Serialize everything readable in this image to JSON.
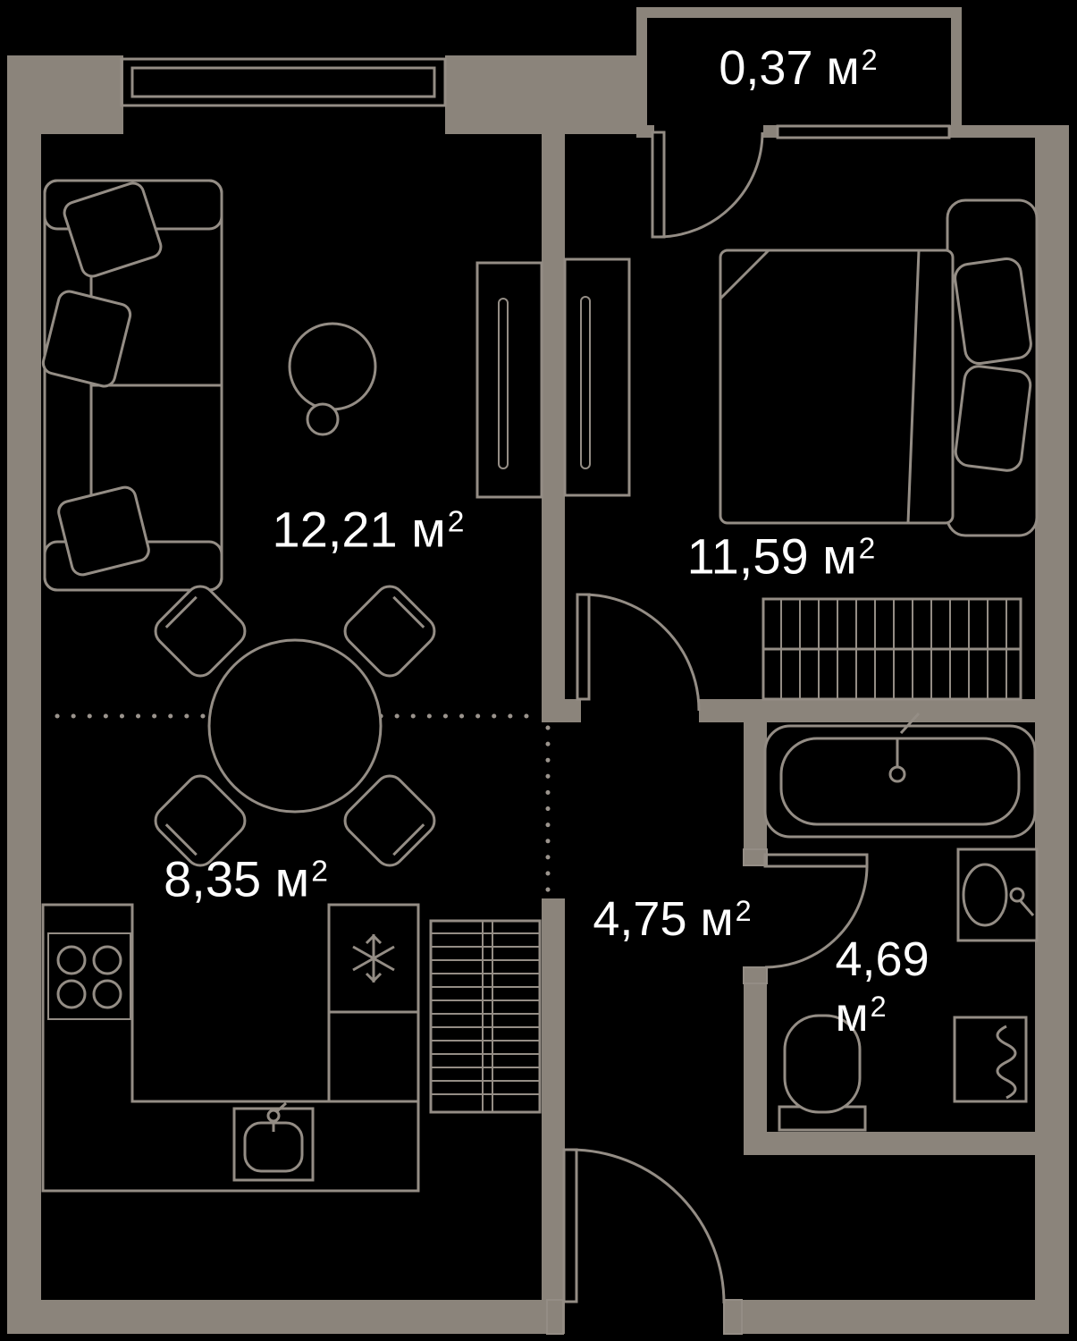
{
  "plan": {
    "background_color": "#000000",
    "wall_color": "#8B847B",
    "line_color": "#948D85",
    "text_color": "#FFFFFF"
  },
  "rooms": {
    "balcony": {
      "name": "balcony",
      "area_label": "0,37 м",
      "sup": "2"
    },
    "living": {
      "name": "living-room",
      "area_label": "12,21 м",
      "sup": "2"
    },
    "bedroom": {
      "name": "bedroom",
      "area_label": "11,59 м",
      "sup": "2"
    },
    "kitchen": {
      "name": "kitchen",
      "area_label": "8,35 м",
      "sup": "2"
    },
    "hallway": {
      "name": "hallway",
      "area_label": "4,75 м",
      "sup": "2"
    },
    "bathroom": {
      "name": "bathroom",
      "area_label": "4,69 м",
      "sup": "2"
    }
  }
}
